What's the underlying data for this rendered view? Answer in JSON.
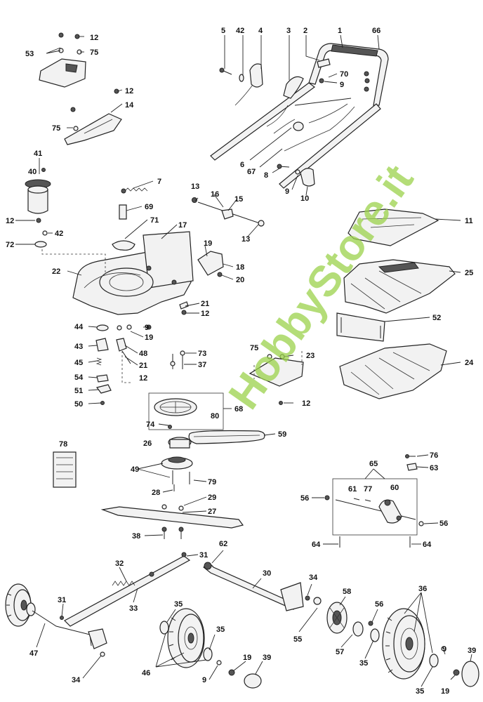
{
  "watermark": "HobbyStore.it",
  "labels": {
    "l1": "1",
    "l2": "2",
    "l3": "3",
    "l4": "4",
    "l5": "5",
    "l6": "6",
    "l7": "7",
    "l8": "8",
    "l9a": "9",
    "l9b": "9",
    "l9c": "9",
    "l9d": "9",
    "l9e": "9",
    "l10": "10",
    "l11": "11",
    "l12a": "12",
    "l12b": "12",
    "l12c": "12",
    "l12d": "12",
    "l12e": "12",
    "l12f": "12",
    "l13a": "13",
    "l13b": "13",
    "l14": "14",
    "l15": "15",
    "l16": "16",
    "l17": "17",
    "l18": "18",
    "l19a": "19",
    "l19b": "19",
    "l19c": "19",
    "l19d": "19",
    "l20": "20",
    "l21a": "21",
    "l21b": "21",
    "l22": "22",
    "l23": "23",
    "l24": "24",
    "l25": "25",
    "l26": "26",
    "l27": "27",
    "l28": "28",
    "l29": "29",
    "l30": "30",
    "l31a": "31",
    "l31b": "31",
    "l32": "32",
    "l33": "33",
    "l34a": "34",
    "l34b": "34",
    "l35a": "35",
    "l35b": "35",
    "l35c": "35",
    "l35d": "35",
    "l36": "36",
    "l37": "37",
    "l38": "38",
    "l39a": "39",
    "l39b": "39",
    "l40": "40",
    "l41": "41",
    "l42a": "42",
    "l42b": "42",
    "l43": "43",
    "l44": "44",
    "l45": "45",
    "l46": "46",
    "l47": "47",
    "l48": "48",
    "l49": "49",
    "l50": "50",
    "l51": "51",
    "l52": "52",
    "l53": "53",
    "l54": "54",
    "l55": "55",
    "l56a": "56",
    "l56b": "56",
    "l56c": "56",
    "l57": "57",
    "l58": "58",
    "l59": "59",
    "l60": "60",
    "l61": "61",
    "l62": "62",
    "l63": "63",
    "l64a": "64",
    "l64b": "64",
    "l65": "65",
    "l66": "66",
    "l67": "67",
    "l68": "68",
    "l69": "69",
    "l70": "70",
    "l71": "71",
    "l72": "72",
    "l73": "73",
    "l74": "74",
    "l75a": "75",
    "l75b": "75",
    "l75c": "75",
    "l76": "76",
    "l77": "77",
    "l78": "78",
    "l79": "79",
    "l80": "80"
  }
}
